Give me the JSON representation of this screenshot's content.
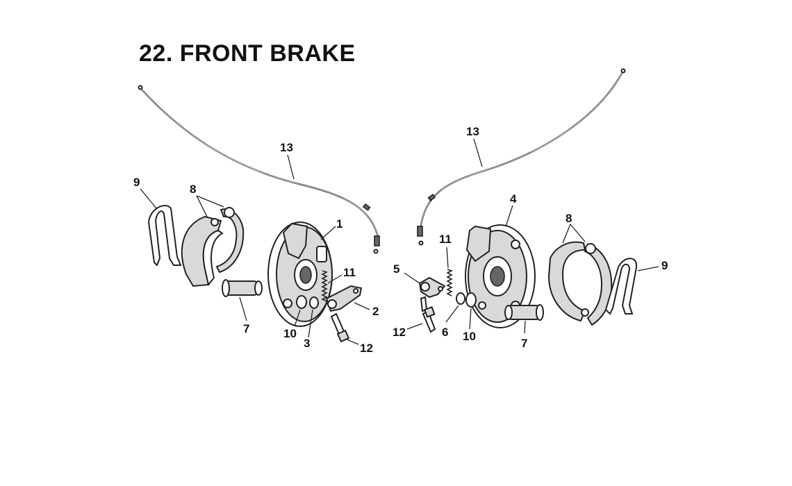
{
  "title": "22. FRONT BRAKE",
  "callouts": {
    "left": {
      "c13": "13",
      "c9": "9",
      "c8": "8",
      "c1": "1",
      "c11": "11",
      "c2": "2",
      "c7": "7",
      "c10": "10",
      "c3": "3",
      "c12": "12"
    },
    "right": {
      "c13": "13",
      "c4": "4",
      "c11": "11",
      "c5": "5",
      "c8": "8",
      "c9": "9",
      "c12": "12",
      "c6": "6",
      "c10": "10",
      "c7": "7"
    }
  }
}
